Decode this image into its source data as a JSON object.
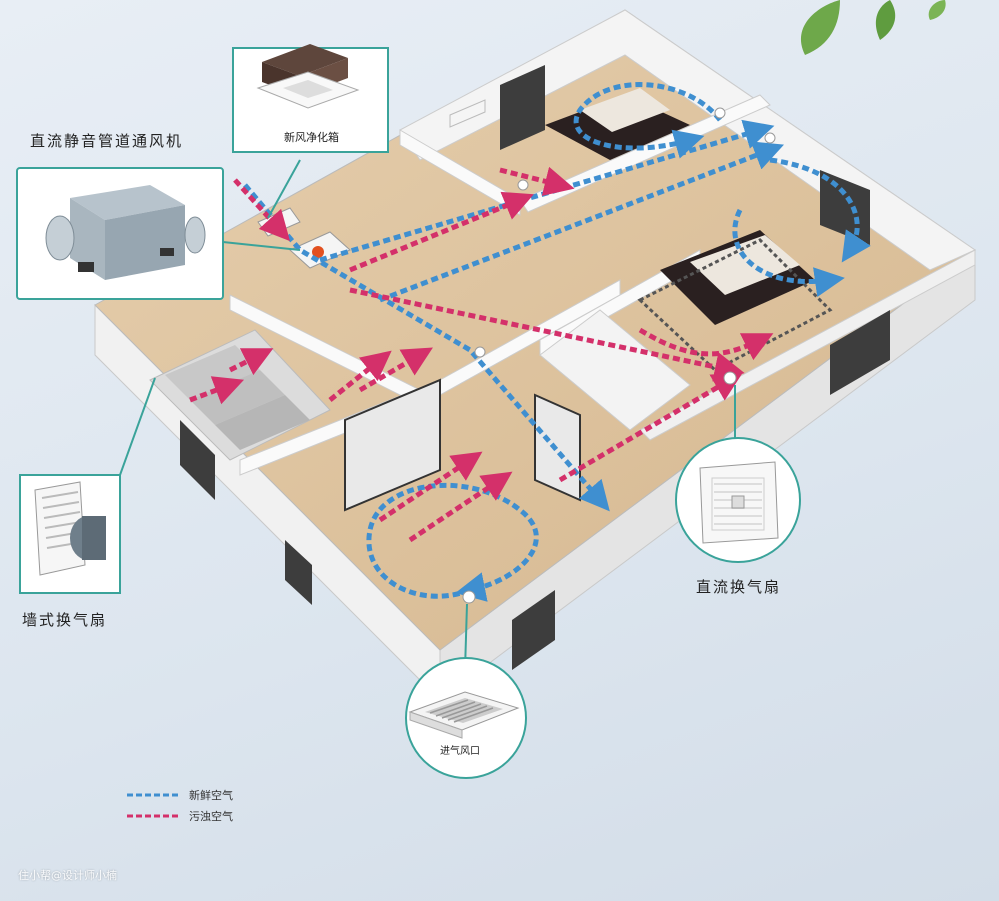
{
  "labels": {
    "dc_duct_fan": "直流静音管道通风机",
    "fresh_air_box": "新风净化箱",
    "wall_exhaust_fan": "墙式换气扇",
    "dc_exhaust_fan": "直流换气扇",
    "air_inlet": "进气风口"
  },
  "legend": {
    "fresh_air": "新鲜空气",
    "dirty_air": "污浊空气"
  },
  "colors": {
    "fresh_air": "#3f8fd0",
    "dirty_air": "#d4306a",
    "callout_border": "#3aa39a"
  },
  "watermark": "住小帮@设计师小楠"
}
